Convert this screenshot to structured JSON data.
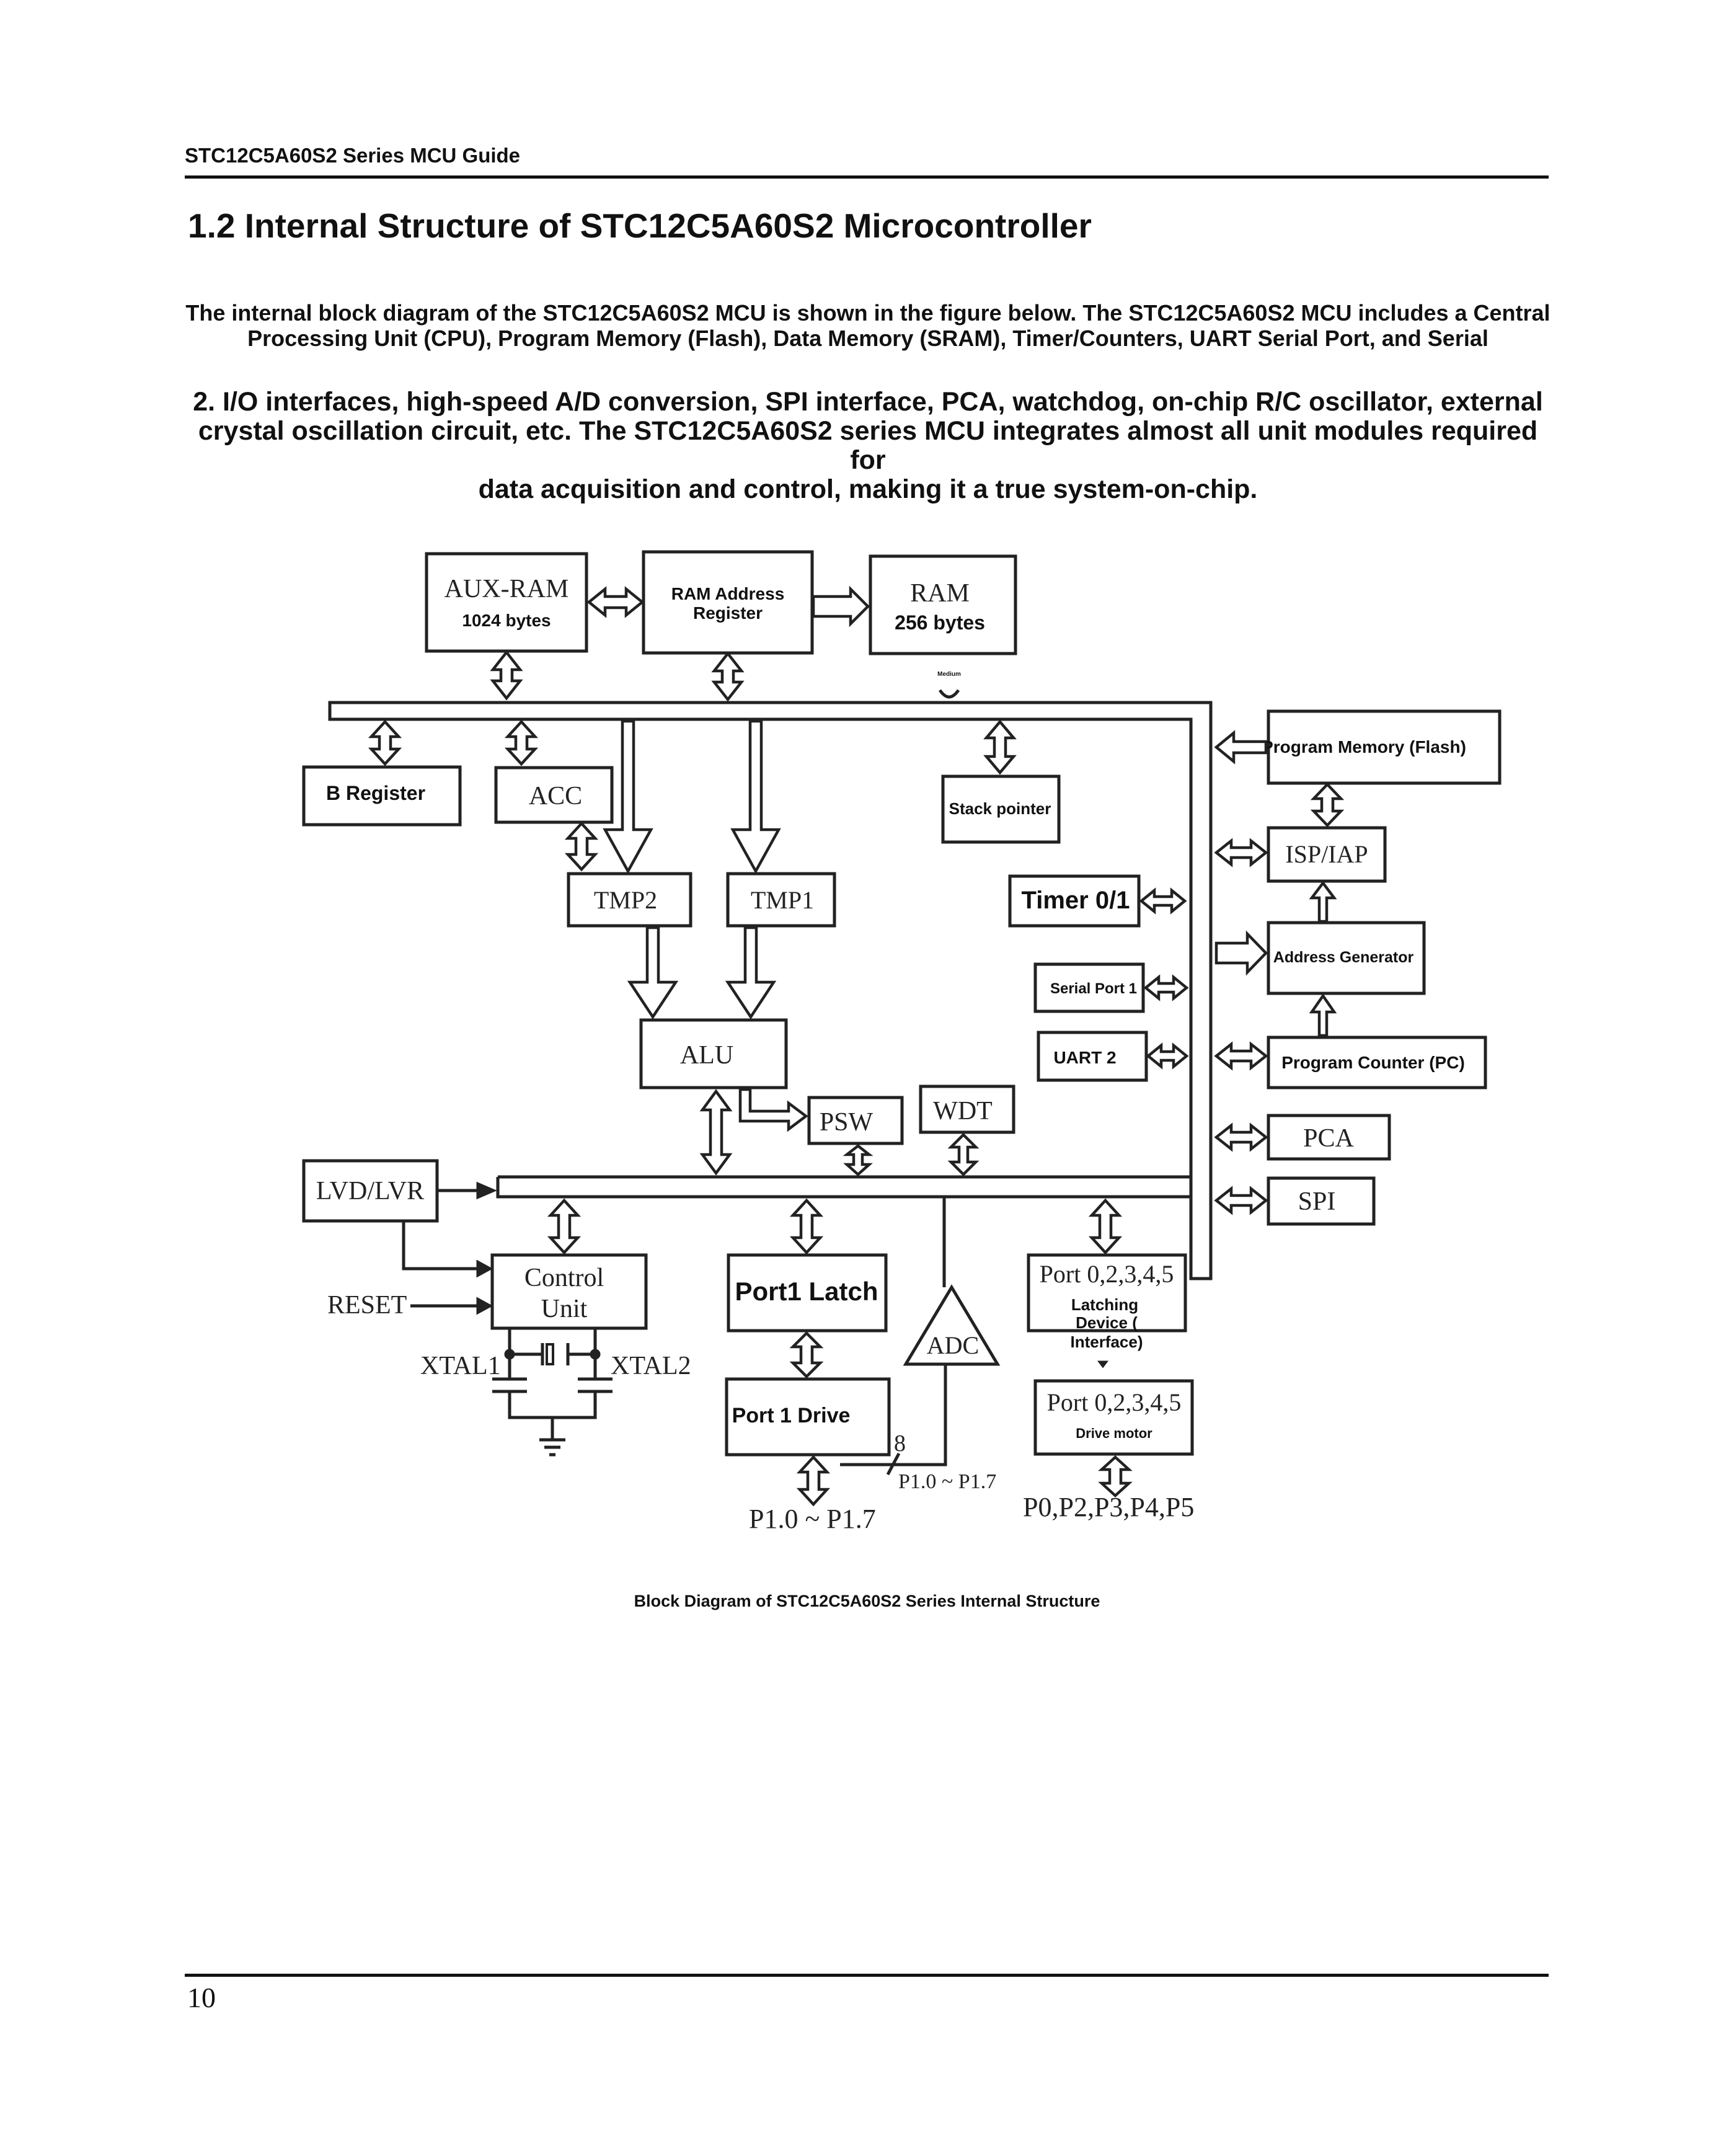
{
  "header": {
    "running_title": "STC12C5A60S2 Series MCU Guide"
  },
  "section_title": "1.2 Internal Structure of STC12C5A60S2 Microcontroller",
  "intro_line1": "The internal block diagram of the STC12C5A60S2 MCU is shown in the figure below. The STC12C5A60S2 MCU includes a Central",
  "intro_line2": "Processing Unit (CPU), Program Memory (Flash), Data Memory (SRAM), Timer/Counters, UART Serial Port, and Serial",
  "para2_line1": "2. I/O interfaces, high-speed A/D conversion, SPI interface, PCA, watchdog, on-chip R/C oscillator, external",
  "para2_line2": "crystal oscillation circuit, etc. The STC12C5A60S2 series MCU integrates almost all unit modules required for",
  "para2_line3": "data acquisition and control, making it a true system-on-chip.",
  "diagram": {
    "aux_ram": "AUX-RAM",
    "aux_ram_size": "1024 bytes",
    "ram_addr_reg_1": "RAM Address",
    "ram_addr_reg_2": "Register",
    "ram": "RAM",
    "ram_size": "256 bytes",
    "medium": "Medium",
    "b_register": "B Register",
    "acc": "ACC",
    "stack_pointer": "Stack pointer",
    "program_memory": "Program Memory (Flash)",
    "isp_iap": "ISP/IAP",
    "tmp2": "TMP2",
    "tmp1": "TMP1",
    "timer": "Timer 0/1",
    "address_generator": "Address Generator",
    "serial_port_1": "Serial Port 1",
    "uart2": "UART 2",
    "program_counter": "Program Counter (PC)",
    "alu": "ALU",
    "psw": "PSW",
    "wdt": "WDT",
    "pca": "PCA",
    "spi": "SPI",
    "lvd_lvr": "LVD/LVR",
    "control_unit_1": "Control",
    "control_unit_2": "Unit",
    "reset": "RESET",
    "port1_latch": "Port1 Latch",
    "adc": "ADC",
    "port_latch_title": "Port 0,2,3,4,5",
    "latching_1": "Latching",
    "latching_2": "Device (",
    "latching_3": "Interface)",
    "xtal1": "XTAL1",
    "xtal2": "XTAL2",
    "port1_drive": "Port 1 Drive",
    "port_drive_title": "Port 0,2,3,4,5",
    "drive_motor": "Drive motor",
    "bus_width": "8",
    "adc_pins": "P1.0 ~ P1.7",
    "p1_pins": "P1.0 ~ P1.7",
    "port_pins": "P0,P2,P3,P4,P5"
  },
  "caption": "Block Diagram of STC12C5A60S2 Series Internal Structure",
  "page_number": "10"
}
